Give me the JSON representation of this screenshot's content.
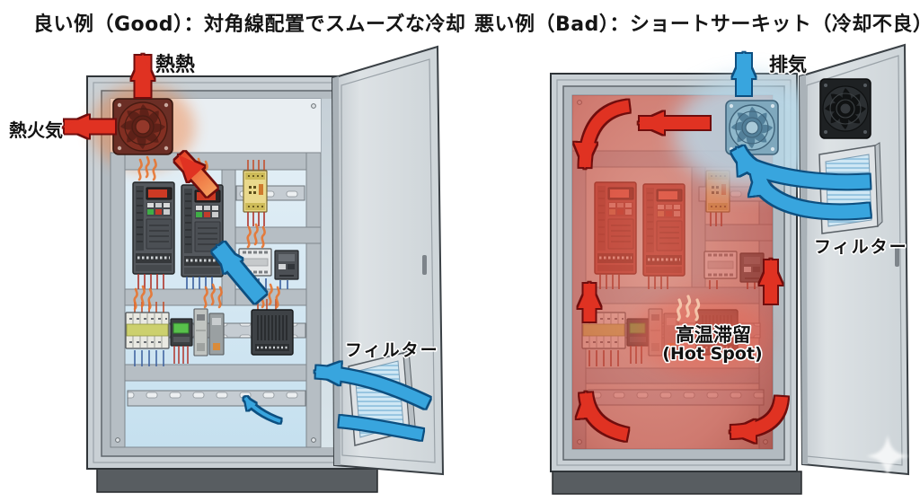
{
  "good": {
    "title": "良い例（Good）：対角線配置でスムーズな冷却",
    "top_exhaust": "熱熱",
    "side_exhaust": "熱火気",
    "filter": "フィルター"
  },
  "bad": {
    "title": "悪い例（Bad）：ショートサーキット（冷却不良）",
    "exhaust": "排気",
    "filter": "フィルター",
    "hotspot_jp": "高温滞留",
    "hotspot_en": "(Hot Spot)"
  },
  "colors": {
    "hot_arrow_red": "#e03024",
    "warm_orange": "#f59f5d",
    "cool_arrow_blue": "#38a5de",
    "cool_interior": "#d6e9f3",
    "hot_interior": "#cc5349",
    "cabinet_gray": "#c9d0d5",
    "plinth_gray": "#585d61",
    "background": "#ffffff"
  }
}
